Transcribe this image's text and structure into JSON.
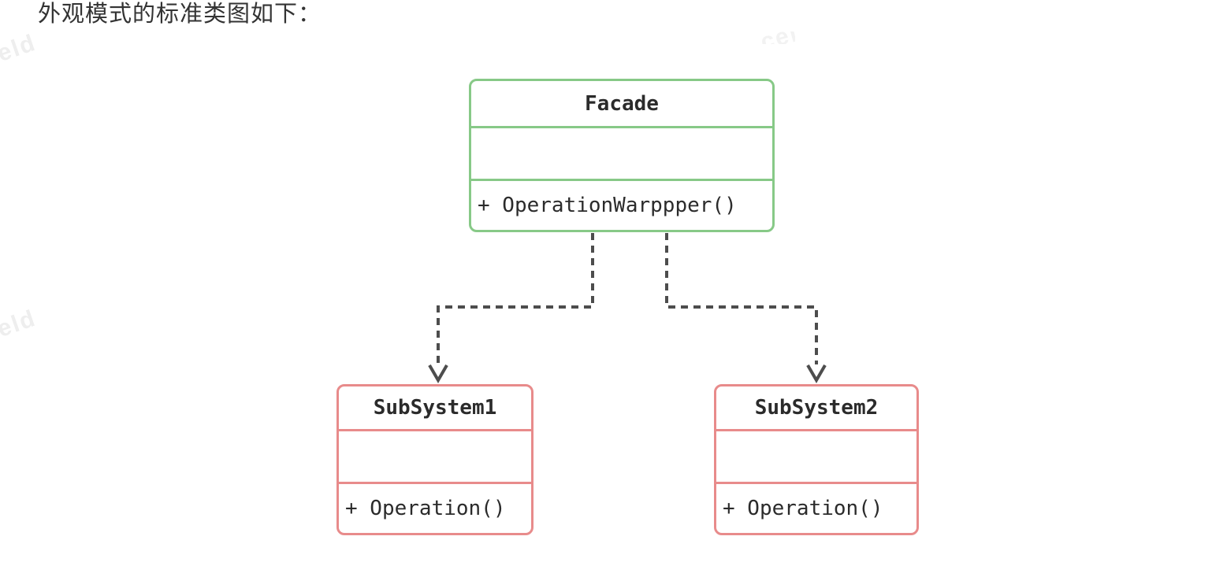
{
  "page": {
    "title": "外观模式的标准类图如下："
  },
  "colors": {
    "facade_border": "#87c987",
    "subsystem_border": "#e88b8b",
    "connector": "#4d4d4d",
    "class_text": "#2b2b2b",
    "title_text": "#333333",
    "watermark": "#eeeeee",
    "background": "#ffffff"
  },
  "diagram": {
    "type": "uml-class-diagram",
    "classes": [
      {
        "name": "Facade",
        "attributes": "",
        "methods": "+ OperationWarppper()"
      },
      {
        "name": "SubSystem1",
        "attributes": "",
        "methods": "+ Operation()"
      },
      {
        "name": "SubSystem2",
        "attributes": "",
        "methods": "+ Operation()"
      }
    ],
    "connectors": [
      {
        "from": "Facade",
        "to": "SubSystem1",
        "line": "dashed",
        "arrow": "open-v"
      },
      {
        "from": "Facade",
        "to": "SubSystem2",
        "line": "dashed",
        "arrow": "open-v"
      }
    ]
  },
  "watermarks": [
    {
      "text": "celd"
    },
    {
      "text": "celd"
    },
    {
      "text": "celd"
    }
  ]
}
